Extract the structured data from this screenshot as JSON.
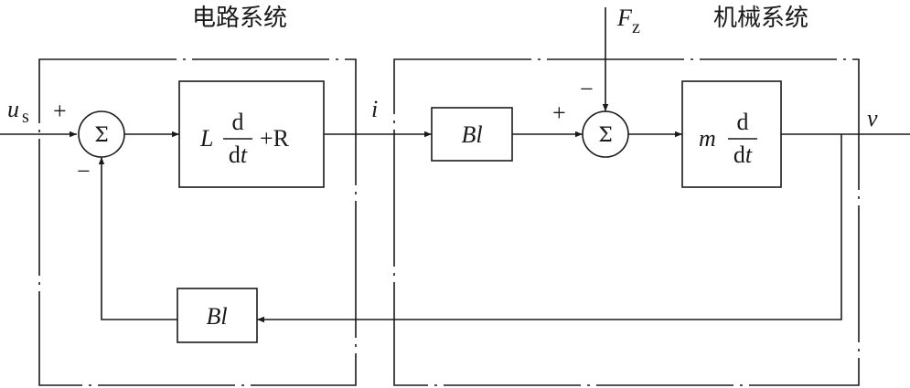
{
  "titles": {
    "electrical": "电路系统",
    "mechanical": "机械系统"
  },
  "signals": {
    "input_u": "u",
    "input_u_sub": "s",
    "current": "i",
    "velocity": "v",
    "force_F": "F",
    "force_F_sub": "z"
  },
  "blocks": {
    "electrical_L": "L",
    "deriv_num": "d",
    "deriv_den_d": "d",
    "deriv_den_t": "t",
    "plus_R": "+R",
    "bl_forward": "Bl",
    "mech_m": "m",
    "bl_feedback": "Bl"
  },
  "summing": {
    "symbol": "Σ",
    "plus": "+",
    "minus": "−"
  }
}
